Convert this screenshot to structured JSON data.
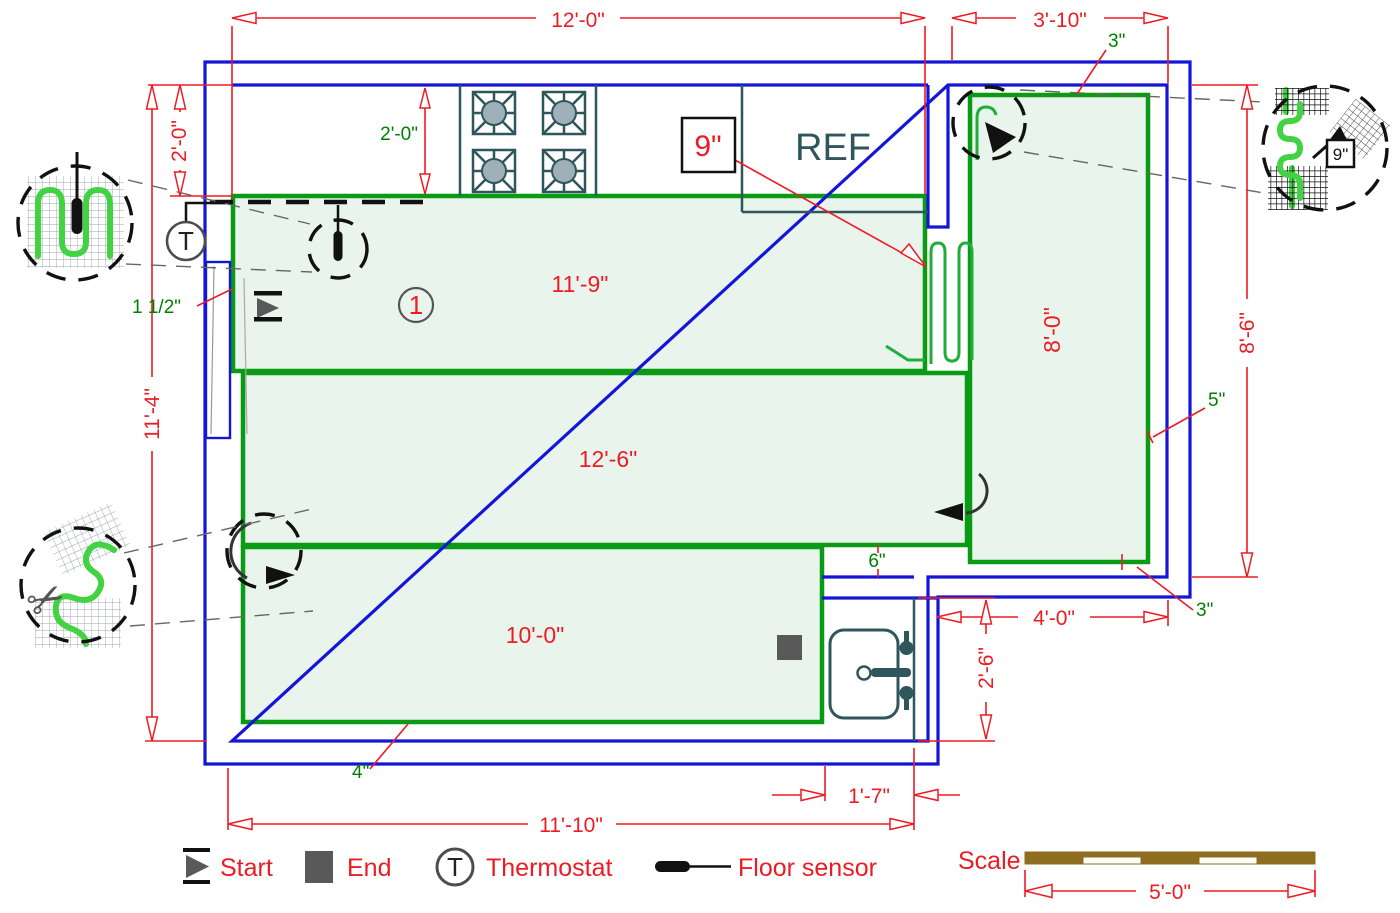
{
  "title": "Kitchen electric floor heating plan",
  "colors": {
    "wall": "#1515d8",
    "heated_zone_border": "#0a9b14",
    "heated_zone_fill": "#e9f4ec",
    "dimension_red": "#ed1c24",
    "annotation_green": "#008000",
    "fixture_teal": "#2f565c",
    "scale_bar_brown": "#8f6d1e"
  },
  "dims": {
    "top_width": "12'-0\"",
    "right_top_width": "3'-10\"",
    "counter_depth": "2'-0\"",
    "wall_left_upper": "2'-0\"",
    "wall_left_total": "11'-4\"",
    "wall_right_total": "8'-6\"",
    "zone1_length": "11'-9\"",
    "zone2_length": "12'-6\"",
    "zone3_length": "10'-0\"",
    "right_zone_length": "8'-0\"",
    "notch_width": "4'-0\"",
    "notch_height": "2'-6\"",
    "sink_counter_width": "1'-7\"",
    "bottom_width": "11'-10\"",
    "cable_spacing": "9\"",
    "detail_cable_spacing": "9\"",
    "edge_top": "3\"",
    "edge_left": "1 1/2\"",
    "edge_right": "5\"",
    "zone_gap": "6\"",
    "edge_corner": "3\"",
    "edge_bottom": "4\"",
    "scale_length": "5'-0\"",
    "zone_number": "1"
  },
  "labels": {
    "ref": "REF",
    "scale": "Scale"
  },
  "legend": {
    "start": "Start",
    "end": "End",
    "thermostat": "Thermostat",
    "thermostat_symbol": "T",
    "floor_sensor": "Floor sensor"
  }
}
